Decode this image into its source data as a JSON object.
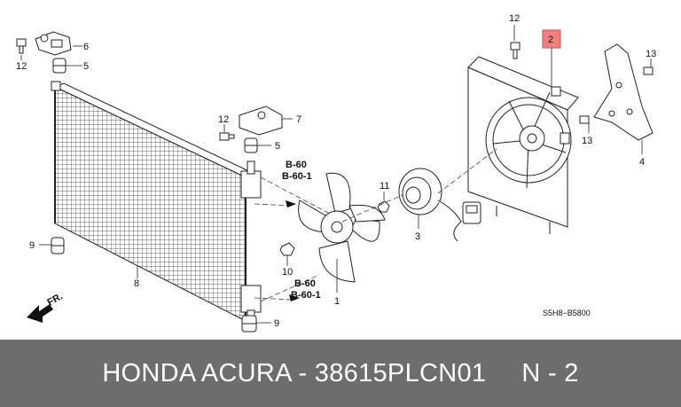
{
  "callouts": {
    "c1": "1",
    "c2": "2",
    "c3": "3",
    "c4": "4",
    "c5a": "5",
    "c5b": "5",
    "c6": "6",
    "c7": "7",
    "c8": "8",
    "c9a": "9",
    "c9b": "9",
    "c10": "10",
    "c11": "11",
    "c12a": "12",
    "c12b": "12",
    "c12c": "12",
    "c13a": "13",
    "c13b": "13"
  },
  "refs": {
    "b60_top": "B-60",
    "b601_top": "B-60-1",
    "b60_bot": "B-60",
    "b601_bot": "B-60-1"
  },
  "front_label": "FR.",
  "drawing_code": "S5H8−B5800",
  "highlight_color": "#f08080",
  "footer": {
    "brand": "HONDA ACURA - 38615PLCN01",
    "position": "N - 2"
  }
}
